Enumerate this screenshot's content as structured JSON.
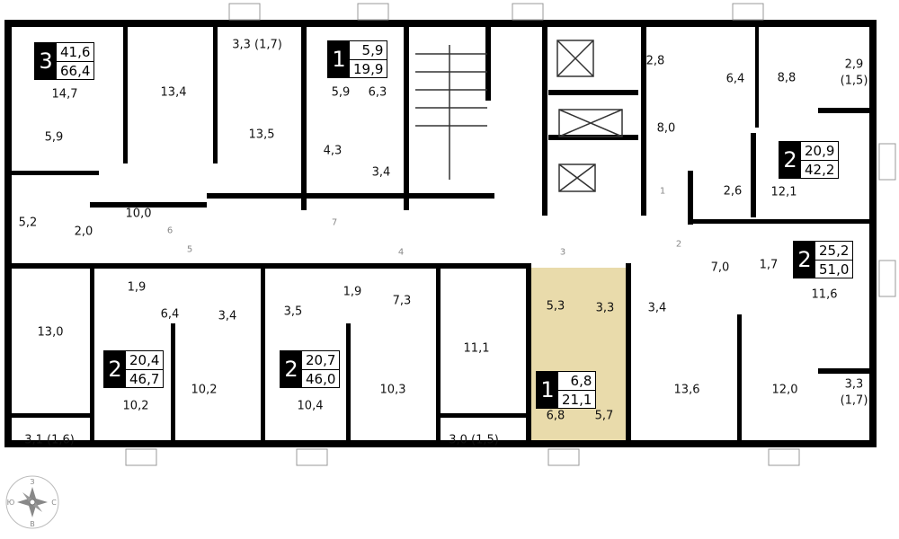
{
  "apartments": [
    {
      "rooms": "3",
      "living": "41,6",
      "total": "66,4"
    },
    {
      "rooms": "1",
      "living": "5,9",
      "total": "19,9"
    },
    {
      "rooms": "2",
      "living": "20,9",
      "total": "42,2"
    },
    {
      "rooms": "2",
      "living": "25,2",
      "total": "51,0"
    },
    {
      "rooms": "2",
      "living": "20,4",
      "total": "46,7"
    },
    {
      "rooms": "2",
      "living": "20,7",
      "total": "46,0"
    },
    {
      "rooms": "1",
      "living": "6,8",
      "total": "21,1"
    }
  ],
  "rooms": [
    "14,7",
    "13,4",
    "3,3 (1,7)",
    "13,5",
    "5,9",
    "6,3",
    "4,3",
    "3,4",
    "5,9",
    "5,2",
    "2,0",
    "10,0",
    "2,8",
    "6,4",
    "8,8",
    "2,9",
    "(1,5)",
    "8,0",
    "2,6",
    "12,1",
    "1,9",
    "6,4",
    "3,4",
    "3,5",
    "1,9",
    "7,3",
    "5,3",
    "3,3",
    "3,4",
    "7,0",
    "1,7",
    "11,6",
    "13,0",
    "11,1",
    "10,2",
    "10,2",
    "10,4",
    "10,3",
    "13,6",
    "12,0",
    "3,3",
    "(1,7)",
    "3,1 (1,6)",
    "3,0 (1,5)",
    "6,8",
    "5,7"
  ],
  "doors": [
    "1",
    "2",
    "3",
    "4",
    "5",
    "6",
    "7"
  ],
  "compass": {
    "n": "З",
    "e": "С",
    "s": "В",
    "w": "Ю"
  },
  "colors": {
    "highlight": "#e9dbab",
    "wall": "#000000"
  }
}
